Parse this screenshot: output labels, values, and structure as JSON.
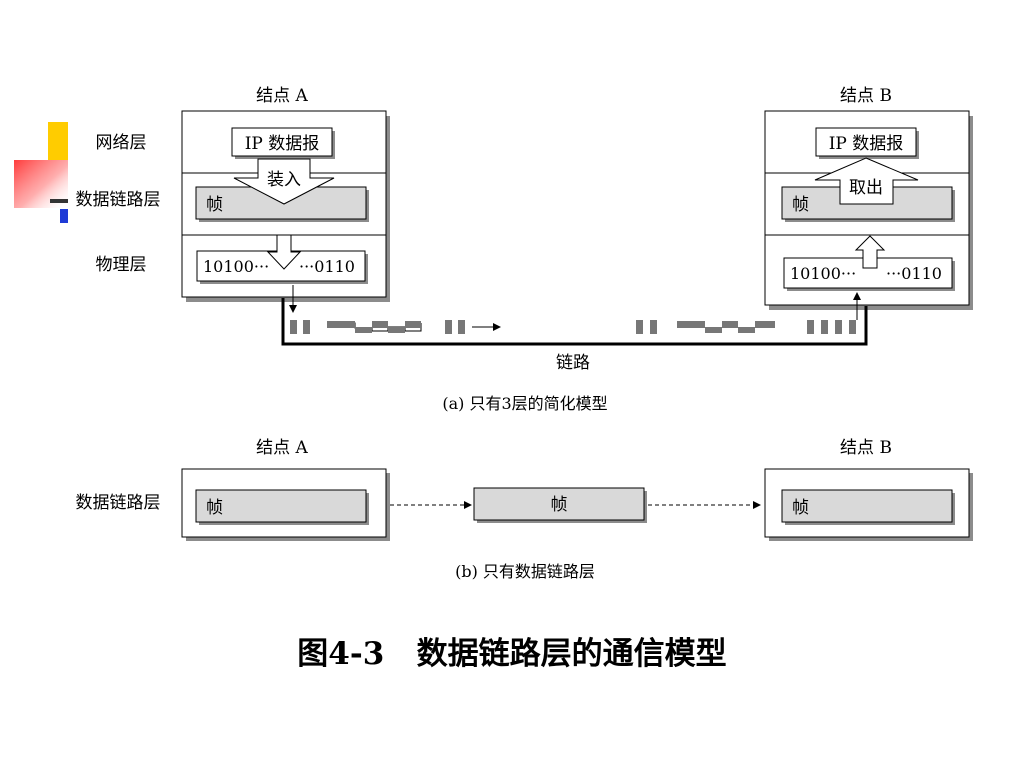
{
  "part_a": {
    "node_a_label": "结点 A",
    "node_b_label": "结点 B",
    "layers": {
      "network": "网络层",
      "datalink": "数据链路层",
      "physical": "物理层"
    },
    "ip_datagram": "IP 数据报",
    "encapsulate": "装入",
    "extract": "取出",
    "frame": "帧",
    "bits_left": "10100···",
    "bits_right": "···0110",
    "link_label": "链路",
    "caption": "(a) 只有3层的简化模型"
  },
  "part_b": {
    "node_a_label": "结点 A",
    "node_b_label": "结点 B",
    "layer": "数据链路层",
    "frame": "帧",
    "caption": "(b) 只有数据链路层"
  },
  "figure_title": "图4-3   数据链路层的通信模型",
  "colors": {
    "deco_yellow": "#ffcc00",
    "deco_red": "#ff4040",
    "deco_blue": "#1f3bd6",
    "frame_fill": "#d9d9d9",
    "shadow": "#8c8c8c"
  }
}
